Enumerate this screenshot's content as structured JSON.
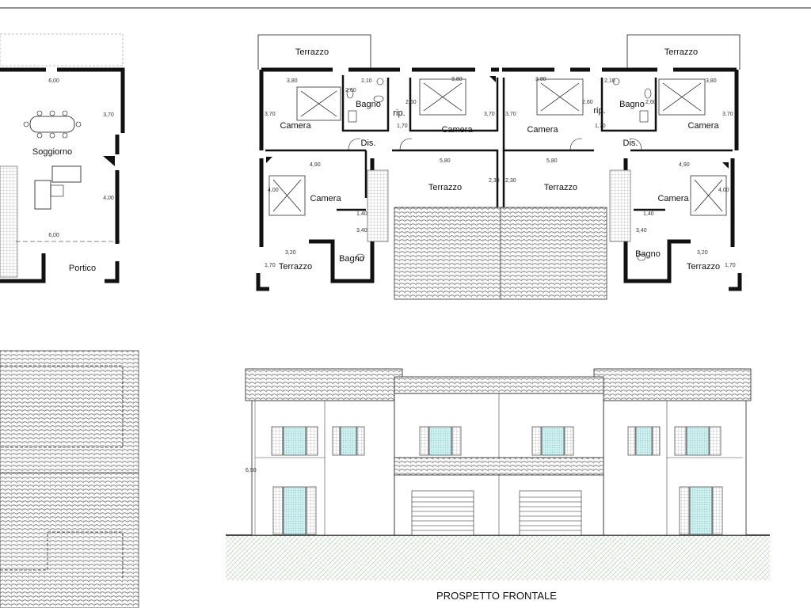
{
  "floorplan_left": {
    "rooms": {
      "living": "Soggiorno",
      "porch": "Portico"
    },
    "dims": {
      "top_width": "6,00",
      "bottom_width": "6,00",
      "right_upper": "3,70",
      "right_lower": "4,00"
    }
  },
  "floorplan_main": {
    "rooms": {
      "terrace_top_left": "Terrazzo",
      "terrace_top_right": "Terrazzo",
      "bath_top_left": "Bagno",
      "bath_top_right": "Bagno",
      "storage_left": "rip.",
      "storage_right": "rip.",
      "bedroom_a": "Camera",
      "bedroom_b": "Camera",
      "bedroom_c": "Camera",
      "bedroom_d": "Camera",
      "hall_left": "Dis.",
      "hall_right": "Dis.",
      "bedroom_lower_left": "Camera",
      "bedroom_lower_right": "Camera",
      "terrace_center_left": "Terrazzo",
      "terrace_center_right": "Terrazzo",
      "bath_lower_left": "Bagno",
      "bath_lower_right": "Bagno",
      "terrace_bottom_left": "Terrazzo",
      "terrace_bottom_right": "Terrazzo"
    },
    "dims": {
      "d1": "3,80",
      "d2": "2,10",
      "d3": "3,80",
      "d4": "3,80",
      "d5": "2,10",
      "d6": "3,80",
      "d7": "3,70",
      "d8": "2,60",
      "d9": "2,60",
      "d10": "3,70",
      "d11": "3,70",
      "d12": "2,60",
      "d13": "2,60",
      "d14": "3,70",
      "d15": "1,70",
      "d16": "1,70",
      "d17": "4,90",
      "d18": "5,80",
      "d19": "5,80",
      "d20": "4,90",
      "d21": "4,00",
      "d22": "2,30",
      "d23": "2,30",
      "d24": "4,00",
      "d25": "1,40",
      "d26": "3,40",
      "d27": "1,40",
      "d28": "3,40",
      "d29": "3,20",
      "d30": "3,20",
      "d31": "1,70",
      "d32": "1,70"
    }
  },
  "elevation": {
    "title": "PROSPETTO FRONTALE",
    "height_dim": "6,50"
  }
}
